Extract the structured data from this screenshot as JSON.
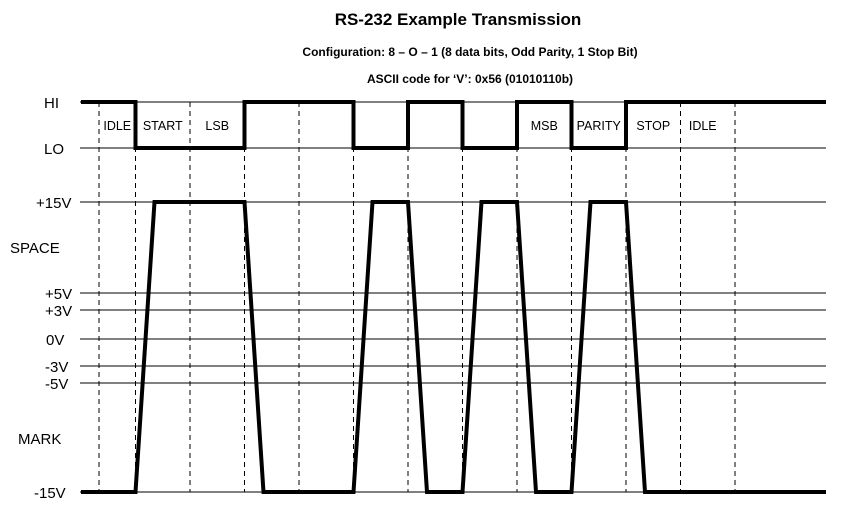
{
  "title": "RS-232 Example Transmission",
  "subtitle": "Configuration: 8 – O – 1 (8 data bits, Odd Parity, 1 Stop Bit)",
  "ascii_note": "ASCII code for ‘V’: 0x56 (01010110b)",
  "logic_levels": {
    "hi": "HI",
    "lo": "LO"
  },
  "segments": [
    "IDLE",
    "START",
    "LSB",
    "",
    "",
    "",
    "",
    "",
    "MSB",
    "PARITY",
    "STOP",
    "IDLE"
  ],
  "logic_sequence": [
    1,
    0,
    0,
    1,
    1,
    0,
    1,
    0,
    1,
    0,
    1,
    1
  ],
  "voltage_levels": {
    "plus15": "+15V",
    "plus5": "+5V",
    "plus3": "+3V",
    "zero": "0V",
    "minus3": "-3V",
    "minus5": "-5V",
    "minus15": "-15V"
  },
  "region_labels": {
    "space": "SPACE",
    "mark": "MARK"
  }
}
